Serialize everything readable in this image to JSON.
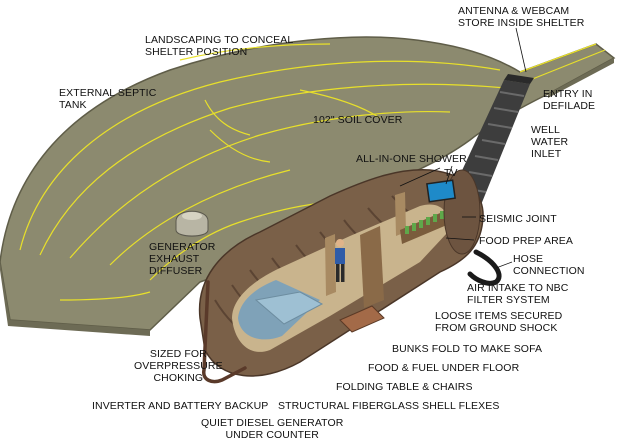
{
  "colors": {
    "ground": "#8c8a6f",
    "ground_edge": "#5f5d48",
    "road_lines": "#e8e02a",
    "shell": "#7a6048",
    "shell_dark": "#5b4433",
    "interior_floor": "#c9b48d",
    "interior_blue": "#7fa2b8",
    "shaft": "#3d3d3d",
    "text": "#111111"
  },
  "icons": {
    "tv": "tv-screen-icon",
    "person": "person-figure-icon",
    "exhaust": "generator-exhaust-diffuser-icon"
  },
  "labels": {
    "antenna": "ANTENNA & WEBCAM\nSTORE INSIDE SHELTER",
    "landscaping": "LANDSCAPING TO CONCEAL\nSHELTER POSITION",
    "entry": "ENTRY IN\nDEFILADE",
    "septic": "EXTERNAL SEPTIC\nTANK",
    "soil": "102\" SOIL COVER",
    "well": "WELL\nWATER\nINLET",
    "shower": "ALL-IN-ONE SHOWER",
    "tv": "TV",
    "seismic": "SEISMIC JOINT",
    "food_prep": "FOOD PREP AREA",
    "generator_exhaust": "GENERATOR\nEXHAUST\nDIFFUSER",
    "hose": "HOSE\nCONNECTION",
    "air_intake": "AIR INTAKE TO NBC\nFILTER SYSTEM",
    "loose_items": "LOOSE ITEMS SECURED\nFROM GROUND SHOCK",
    "bunks": "BUNKS FOLD TO MAKE SOFA",
    "food_fuel": "FOOD & FUEL UNDER FLOOR",
    "sized": "SIZED FOR\nOVERPRESSURE\nCHOKING",
    "folding_table": "FOLDING TABLE & CHAIRS",
    "inverter": "INVERTER AND BATTERY BACKUP",
    "fiberglass": "STRUCTURAL FIBERGLASS SHELL FLEXES",
    "quiet_diesel": "QUIET DIESEL GENERATOR\nUNDER COUNTER"
  }
}
